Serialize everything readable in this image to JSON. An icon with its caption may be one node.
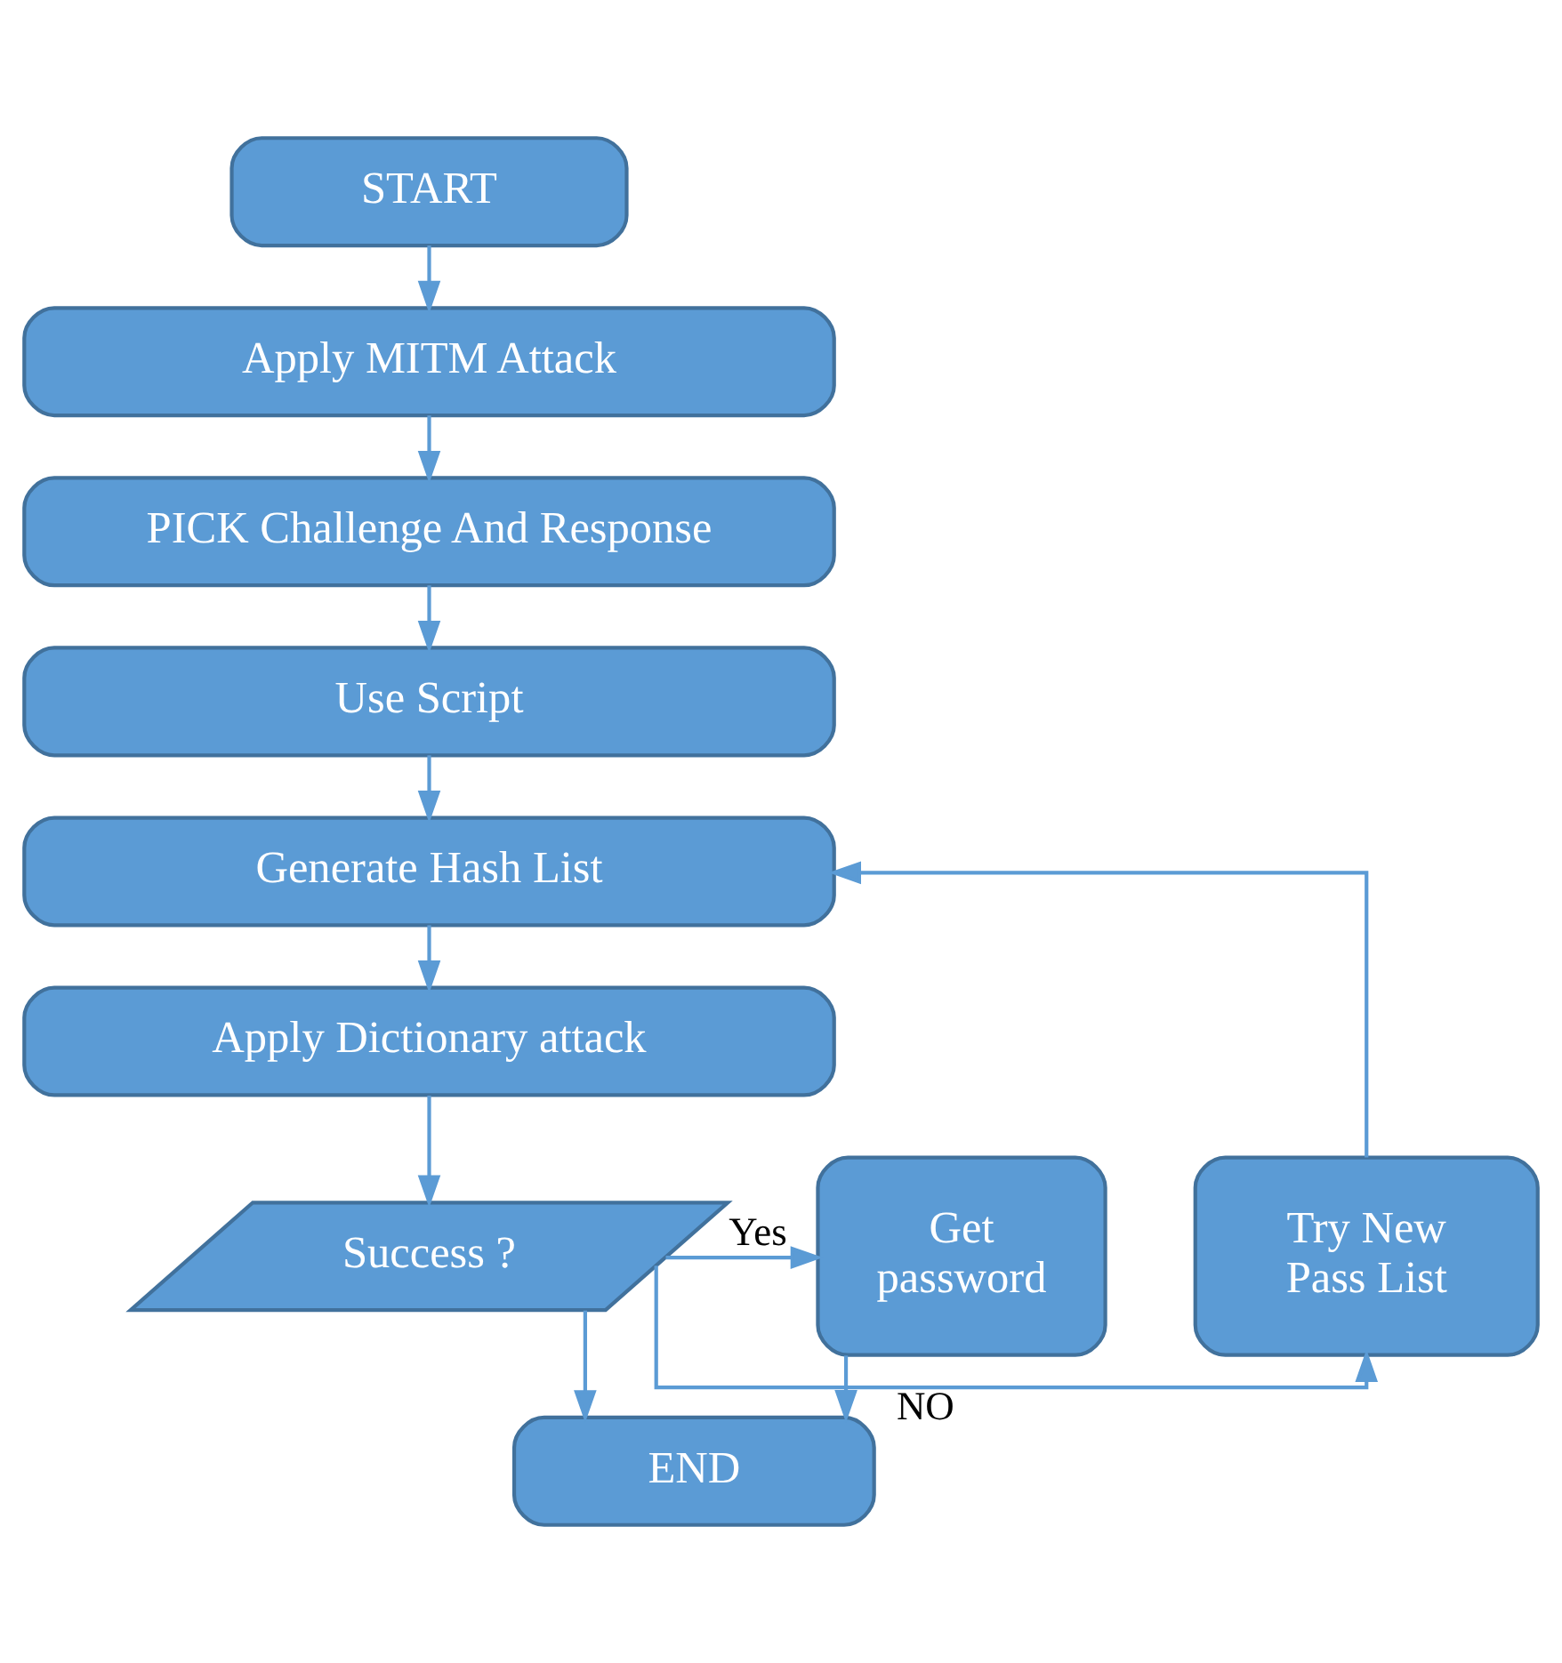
{
  "diagram": {
    "nodes": [
      {
        "text": [
          "START"
        ]
      },
      {
        "text": [
          "Apply MITM Attack"
        ]
      },
      {
        "text": [
          "PICK Challenge And Response"
        ]
      },
      {
        "text": [
          "Use Script"
        ]
      },
      {
        "text": [
          "Generate Hash List"
        ]
      },
      {
        "text": [
          "Apply Dictionary attack"
        ]
      },
      {
        "text": [
          "Try New Pass List"
        ]
      },
      {
        "text": [
          "Success ?"
        ]
      },
      {
        "text": [
          "Get password"
        ]
      },
      {
        "text": [
          "END"
        ]
      }
    ],
    "edges": [
      {
        "from": 0,
        "to": 1,
        "arrow": "to"
      },
      {
        "from": 1,
        "to": 2,
        "arrow": "to"
      },
      {
        "from": 2,
        "to": 3,
        "arrow": "to"
      },
      {
        "from": 3,
        "to": 4,
        "arrow": "to"
      },
      {
        "from": 4,
        "to": 5,
        "arrow": "to"
      },
      {
        "from": 5,
        "to": 7,
        "arrow": "to"
      },
      {
        "from": 7,
        "to": 6,
        "arrow": "to",
        "label": "NO"
      },
      {
        "from": 7,
        "to": 8,
        "arrow": "to",
        "label": "Yes"
      },
      {
        "from": 6,
        "to": 4,
        "arrow": "to"
      },
      {
        "from": 7,
        "to": 9,
        "arrow": "to"
      },
      {
        "from": 8,
        "to": 9,
        "arrow": "to"
      }
    ]
  }
}
